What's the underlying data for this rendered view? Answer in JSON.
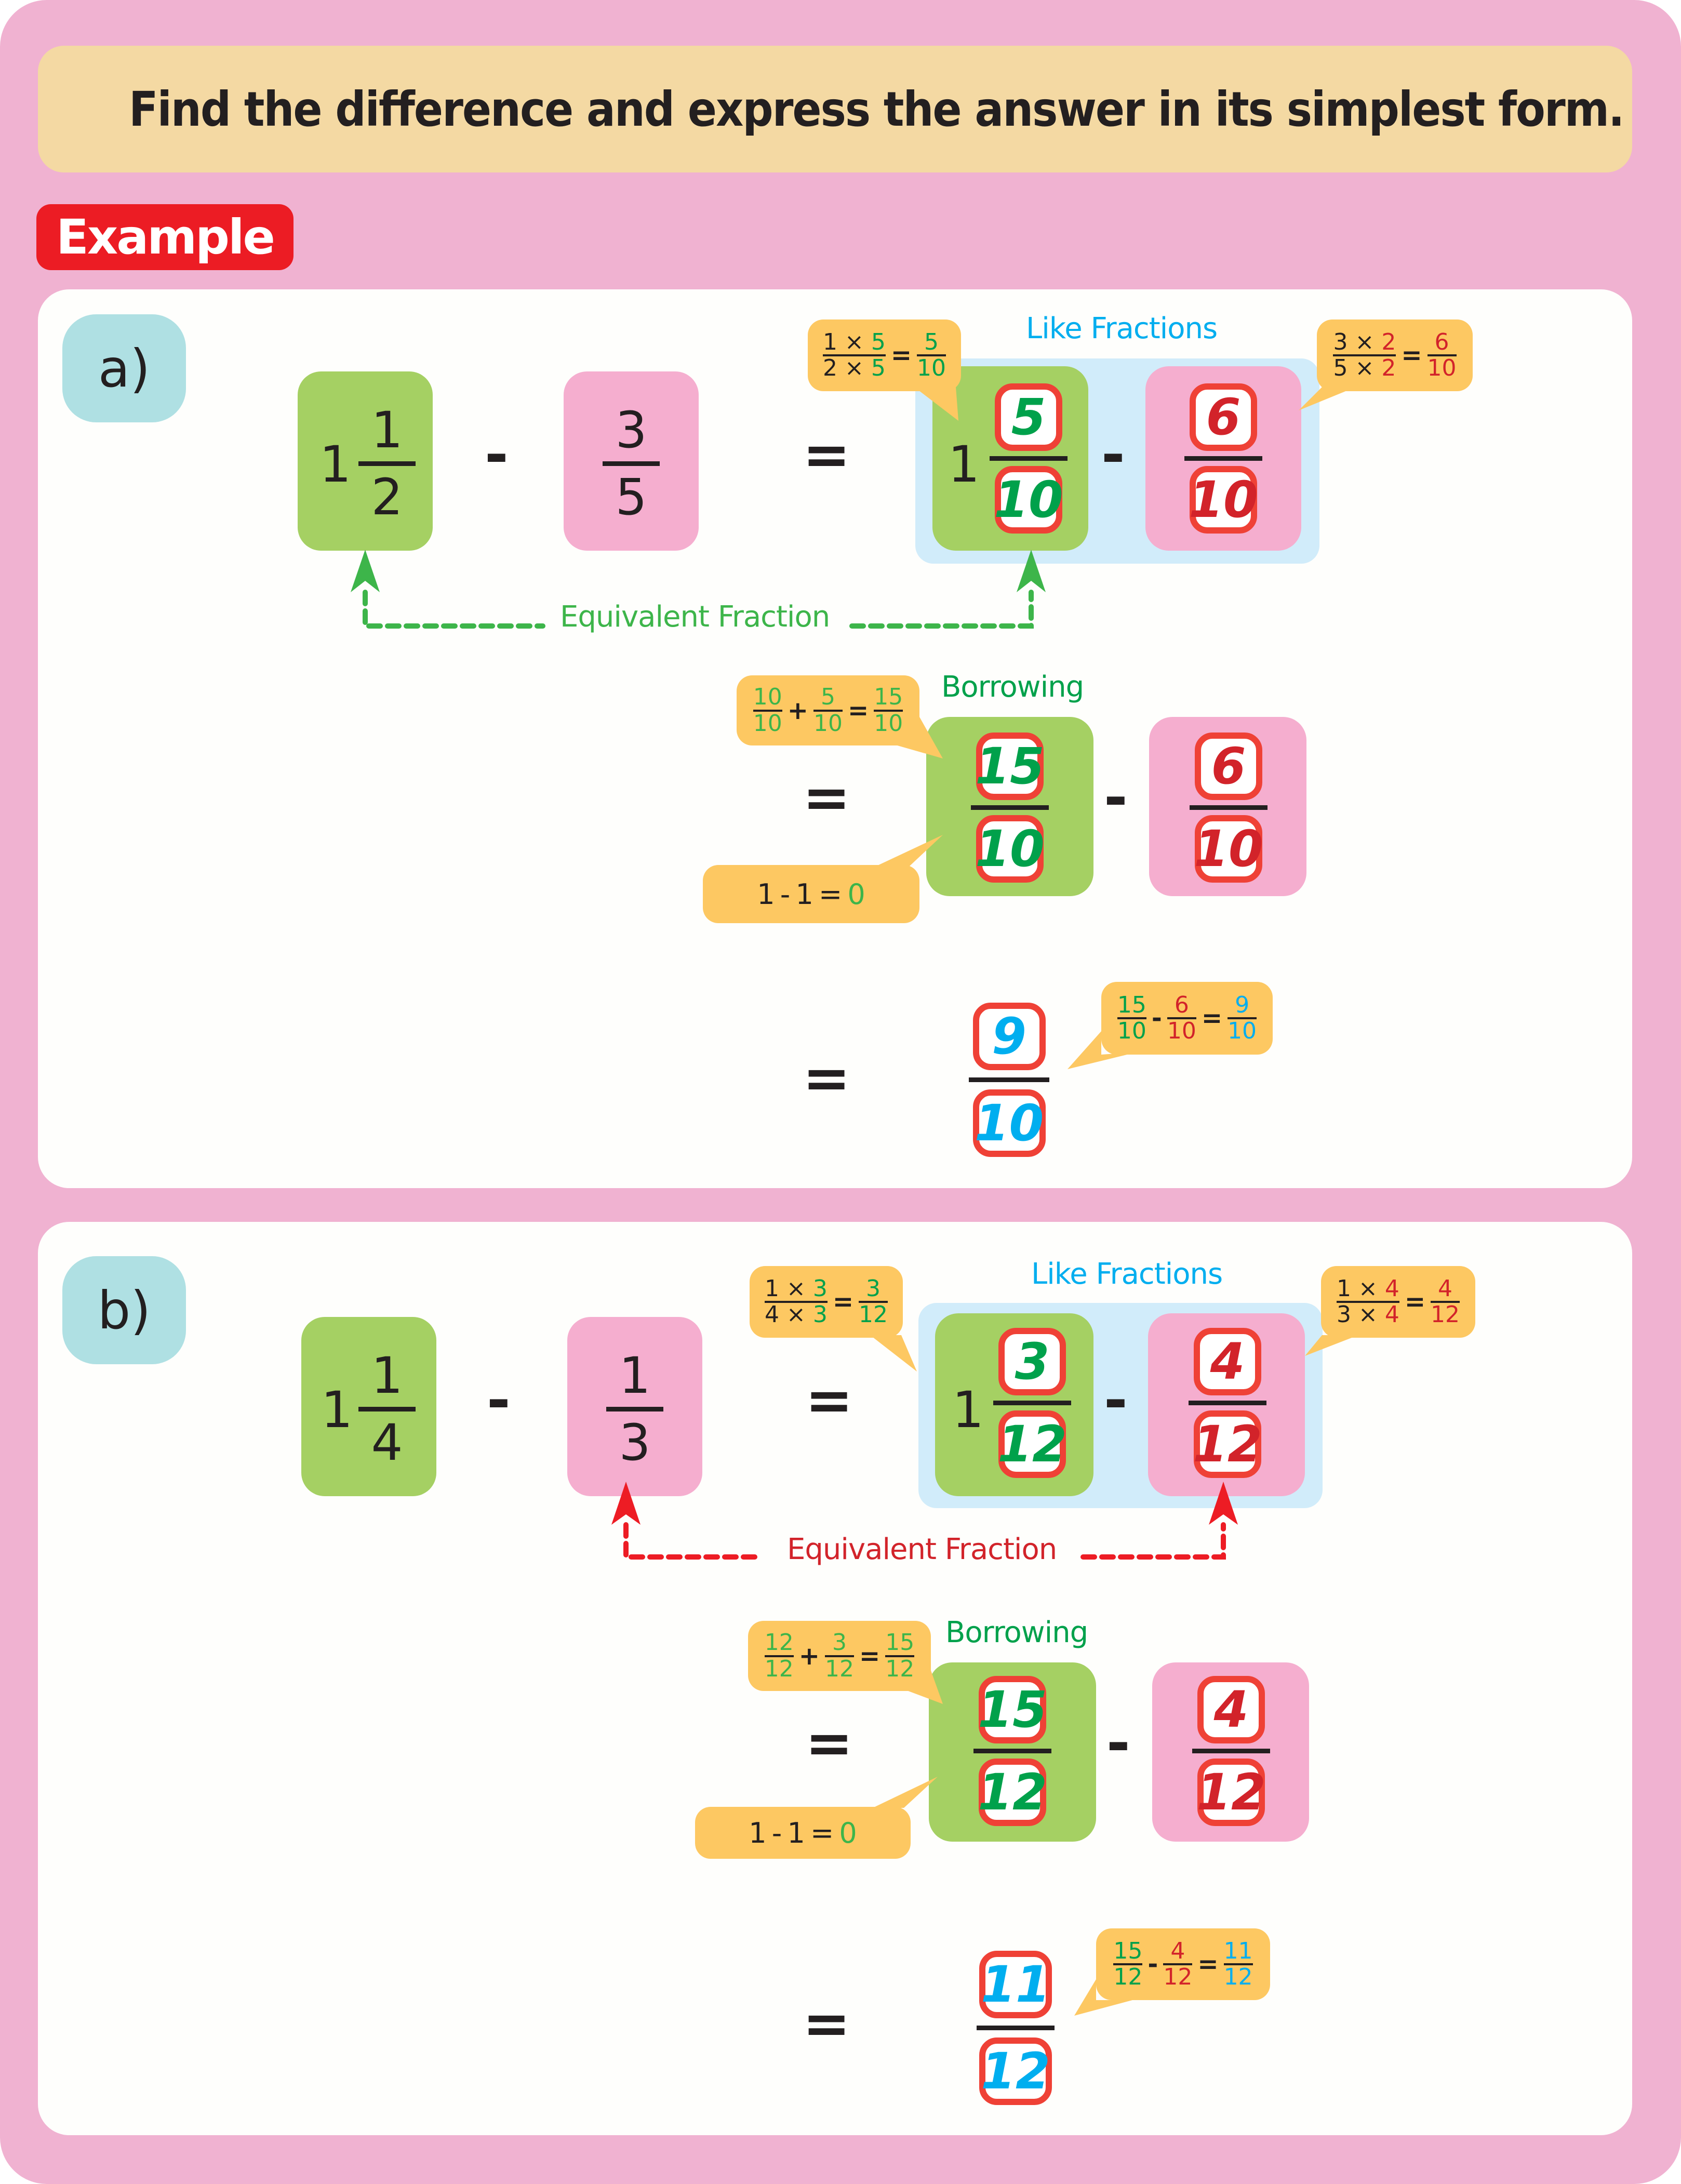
{
  "instruction": "Find the difference and express the answer in its simplest form.",
  "badge": "Example",
  "colors": {
    "frame": "#f0b2d1",
    "banner": "#f4d9a3",
    "badge": "#ec1c24",
    "label": "#afe0e3",
    "green_box": "#a5d063",
    "pink_box": "#f5aecf",
    "like_bg": "#d1ecfa",
    "bubble": "#fdc862",
    "tile_border": "#ef4136",
    "green_text": "#00a14b",
    "red_text": "#d2232a",
    "blue_text": "#00aeef"
  },
  "problems": [
    {
      "label": "a)",
      "minuend": {
        "whole": "1",
        "num": "1",
        "den": "2"
      },
      "subtrahend": {
        "num": "3",
        "den": "5"
      },
      "minus": "-",
      "equals": "=",
      "like_fractions_label": "Like Fractions",
      "like": {
        "whole": "1",
        "left": {
          "num": "5",
          "den": "10"
        },
        "right": {
          "num": "6",
          "den": "10"
        }
      },
      "bubble_left": {
        "n1": "1",
        "x": "×",
        "m": "5",
        "n2": "2",
        "eq": "=",
        "rn": "5",
        "rd": "10"
      },
      "bubble_right": {
        "n1": "3",
        "x": "×",
        "m": "2",
        "n2": "5",
        "eq": "=",
        "rn": "6",
        "rd": "10"
      },
      "equivalent_label": "Equivalent Fraction",
      "borrowing_label": "Borrowing",
      "borrow": {
        "left": {
          "num": "15",
          "den": "10"
        },
        "right": {
          "num": "6",
          "den": "10"
        }
      },
      "borrow_bubble": {
        "a_n": "10",
        "a_d": "10",
        "plus": "+",
        "b_n": "5",
        "b_d": "10",
        "eq": "=",
        "r_n": "15",
        "r_d": "10"
      },
      "whole_bubble": {
        "a": "1",
        "minus": "-",
        "b": "1",
        "eq": "=",
        "r": "0"
      },
      "result": {
        "num": "9",
        "den": "10"
      },
      "result_bubble": {
        "a_n": "15",
        "a_d": "10",
        "minus": "-",
        "b_n": "6",
        "b_d": "10",
        "eq": "=",
        "r_n": "9",
        "r_d": "10"
      }
    },
    {
      "label": "b)",
      "minuend": {
        "whole": "1",
        "num": "1",
        "den": "4"
      },
      "subtrahend": {
        "num": "1",
        "den": "3"
      },
      "minus": "-",
      "equals": "=",
      "like_fractions_label": "Like Fractions",
      "like": {
        "whole": "1",
        "left": {
          "num": "3",
          "den": "12"
        },
        "right": {
          "num": "4",
          "den": "12"
        }
      },
      "bubble_left": {
        "n1": "1",
        "x": "×",
        "m": "3",
        "n2": "4",
        "eq": "=",
        "rn": "3",
        "rd": "12"
      },
      "bubble_right": {
        "n1": "1",
        "x": "×",
        "m": "4",
        "n2": "3",
        "eq": "=",
        "rn": "4",
        "rd": "12"
      },
      "equivalent_label": "Equivalent Fraction",
      "borrowing_label": "Borrowing",
      "borrow": {
        "left": {
          "num": "15",
          "den": "12"
        },
        "right": {
          "num": "4",
          "den": "12"
        }
      },
      "borrow_bubble": {
        "a_n": "12",
        "a_d": "12",
        "plus": "+",
        "b_n": "3",
        "b_d": "12",
        "eq": "=",
        "r_n": "15",
        "r_d": "12"
      },
      "whole_bubble": {
        "a": "1",
        "minus": "-",
        "b": "1",
        "eq": "=",
        "r": "0"
      },
      "result": {
        "num": "11",
        "den": "12"
      },
      "result_bubble": {
        "a_n": "15",
        "a_d": "12",
        "minus": "-",
        "b_n": "4",
        "b_d": "12",
        "eq": "=",
        "r_n": "11",
        "r_d": "12"
      }
    }
  ]
}
